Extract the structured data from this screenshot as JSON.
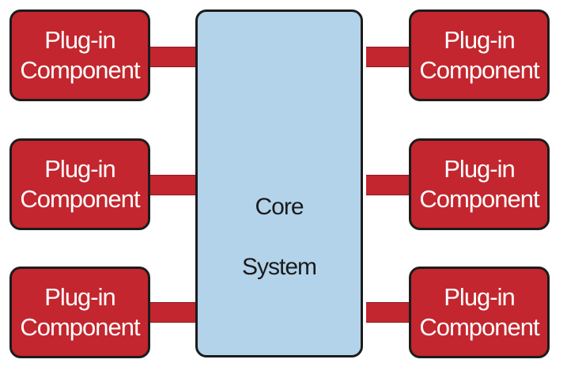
{
  "core": {
    "line1": "Core",
    "line2": "System"
  },
  "plugins": [
    {
      "line1": "Plug-in",
      "line2": "Component"
    },
    {
      "line1": "Plug-in",
      "line2": "Component"
    },
    {
      "line1": "Plug-in",
      "line2": "Component"
    },
    {
      "line1": "Plug-in",
      "line2": "Component"
    },
    {
      "line1": "Plug-in",
      "line2": "Component"
    },
    {
      "line1": "Plug-in",
      "line2": "Component"
    }
  ],
  "colors": {
    "plugin_fill": "#c3262e",
    "core_fill": "#b3d3ea",
    "border": "#1c1c1c",
    "connector": "#c3262e"
  }
}
